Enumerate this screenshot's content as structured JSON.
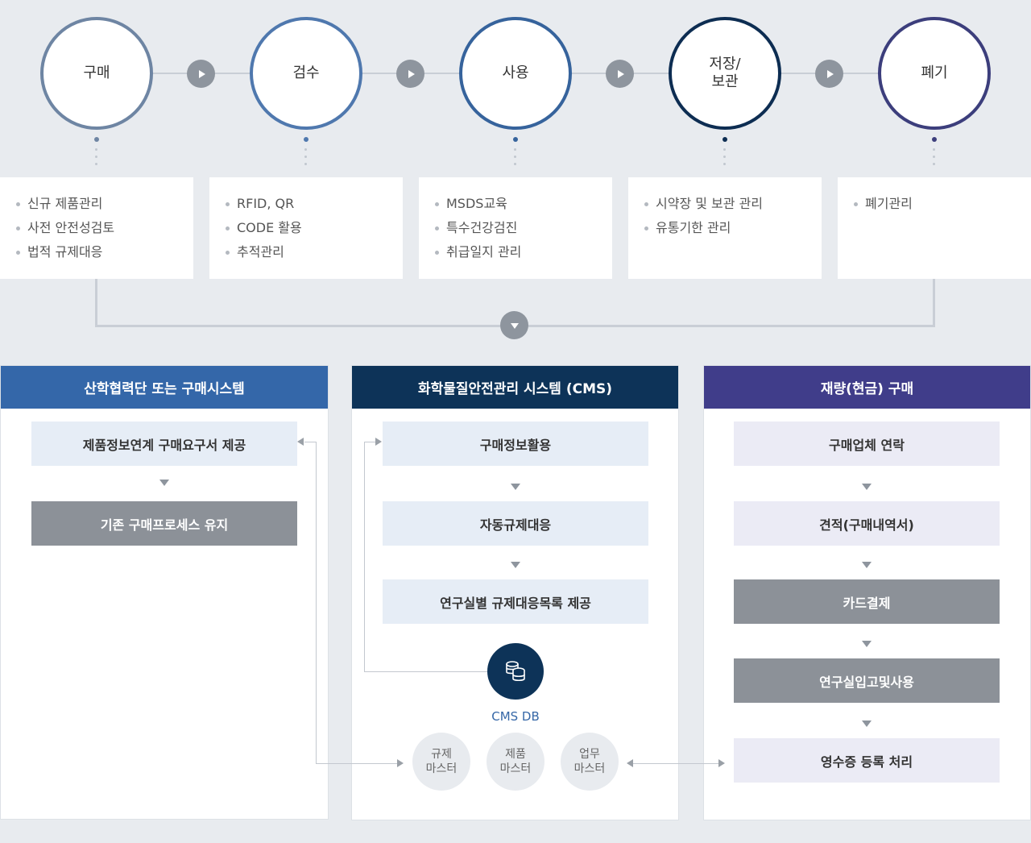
{
  "stages": [
    {
      "label": "구매",
      "color": "#6e85a3",
      "items": [
        "신규 제품관리",
        "사전 안전성검토",
        "법적 규제대응"
      ]
    },
    {
      "label": "검수",
      "color": "#4f78ae",
      "items": [
        "RFID, QR",
        "CODE 활용",
        "추적관리"
      ]
    },
    {
      "label": "사용",
      "color": "#36639c",
      "items": [
        "MSDS교육",
        "특수건강검진",
        "취급일지 관리"
      ]
    },
    {
      "label": "저장/\n보관",
      "color": "#0d2d52",
      "items": [
        "시약장 및 보관 관리",
        "유통기한 관리"
      ]
    },
    {
      "label": "폐기",
      "color": "#3c3e7c",
      "items": [
        "폐기관리"
      ]
    }
  ],
  "panels": {
    "left": {
      "title": "산학협력단 또는 구매시스템",
      "color": "#3467a9",
      "steps": [
        "제품정보연계 구매요구서 제공",
        "기존 구매프로세스 유지"
      ]
    },
    "center": {
      "title": "화학물질안전관리 시스템 (CMS)",
      "color": "#0d3358",
      "steps": [
        "구매정보활용",
        "자동규제대응",
        "연구실별 규제대응목록 제공"
      ],
      "db_label": "CMS DB",
      "masters": [
        "규제\n마스터",
        "제품\n마스터",
        "업무\n마스터"
      ]
    },
    "right": {
      "title": "재량(현금) 구매",
      "color": "#403d8a",
      "steps": [
        "구매업체 연락",
        "견적(구매내역서)",
        "카드결제",
        "연구실입고및사용",
        "영수증 등록 처리"
      ]
    }
  }
}
